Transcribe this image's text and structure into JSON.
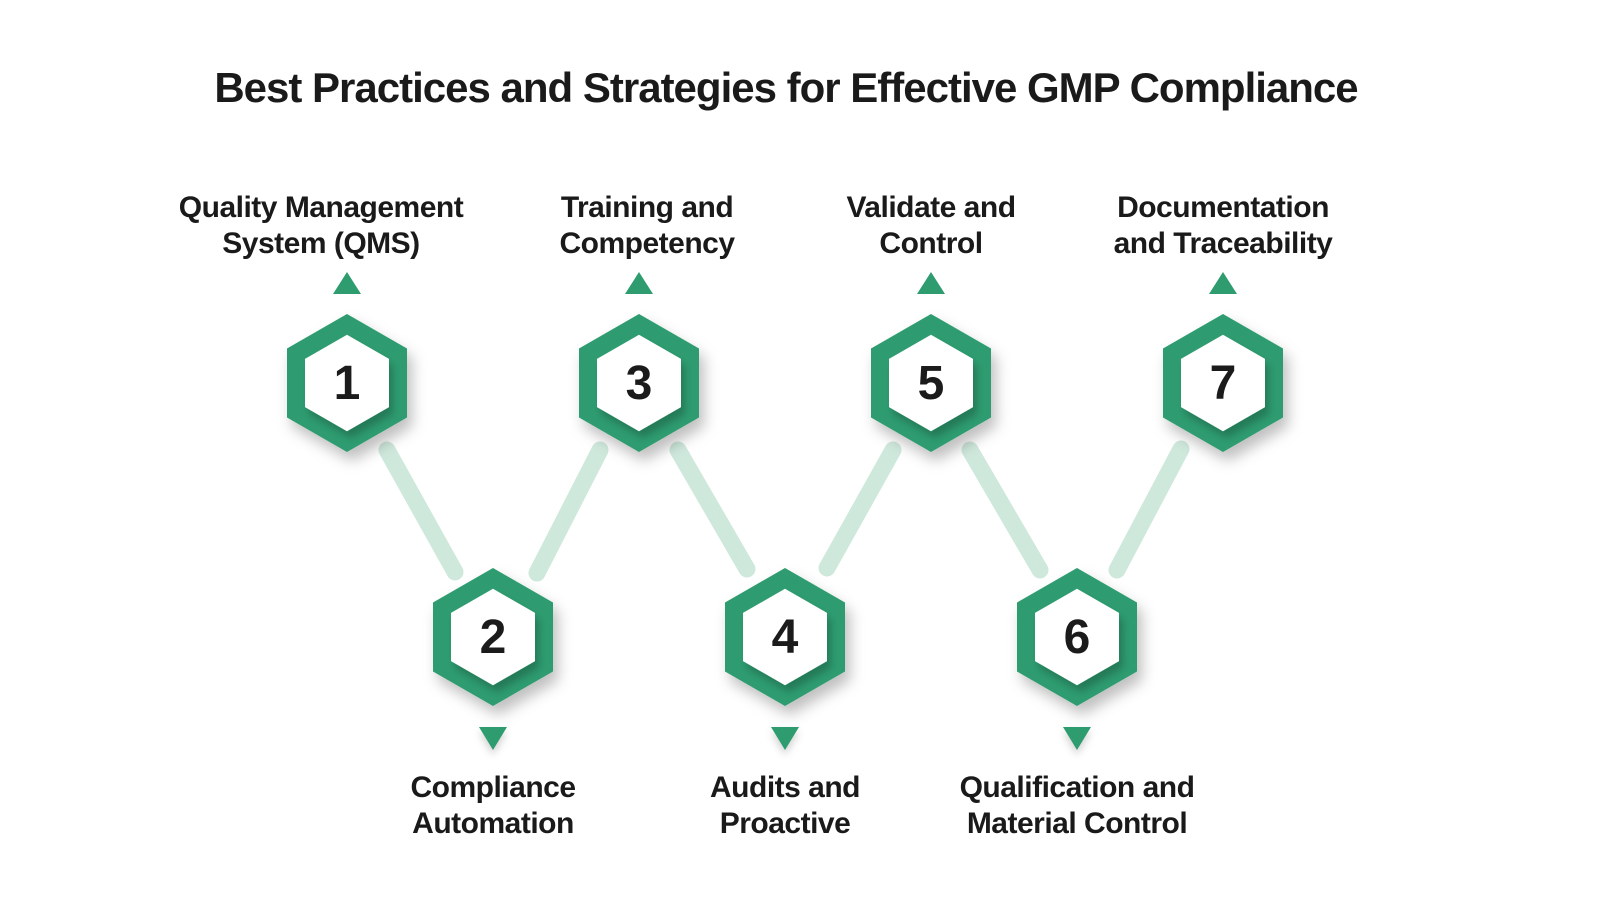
{
  "title": "Best Practices and Strategies for Effective GMP Compliance",
  "colors": {
    "accent_green": "#2E9C6F",
    "connector_mint": "#CFE8DC",
    "text_dark": "#1A1A1A",
    "background": "#FFFFFF",
    "hex_inner_fill": "#FFFFFF"
  },
  "icons": {
    "node_shape": "hexagon",
    "top_marker": "triangle-up",
    "bottom_marker": "triangle-down"
  },
  "nodes": [
    {
      "number": "1",
      "row": "top",
      "label_lines": [
        "Quality Management",
        "System (QMS)"
      ]
    },
    {
      "number": "2",
      "row": "bottom",
      "label_lines": [
        "Compliance",
        "Automation"
      ]
    },
    {
      "number": "3",
      "row": "top",
      "label_lines": [
        "Training and",
        "Competency"
      ]
    },
    {
      "number": "4",
      "row": "bottom",
      "label_lines": [
        "Audits and",
        "Proactive"
      ]
    },
    {
      "number": "5",
      "row": "top",
      "label_lines": [
        "Validate and",
        "Control"
      ]
    },
    {
      "number": "6",
      "row": "bottom",
      "label_lines": [
        "Qualification and",
        "Material Control"
      ]
    },
    {
      "number": "7",
      "row": "top",
      "label_lines": [
        "Documentation",
        "and Traceability"
      ]
    }
  ],
  "connections": [
    "1-2",
    "2-3",
    "3-4",
    "4-5",
    "5-6",
    "6-7"
  ]
}
